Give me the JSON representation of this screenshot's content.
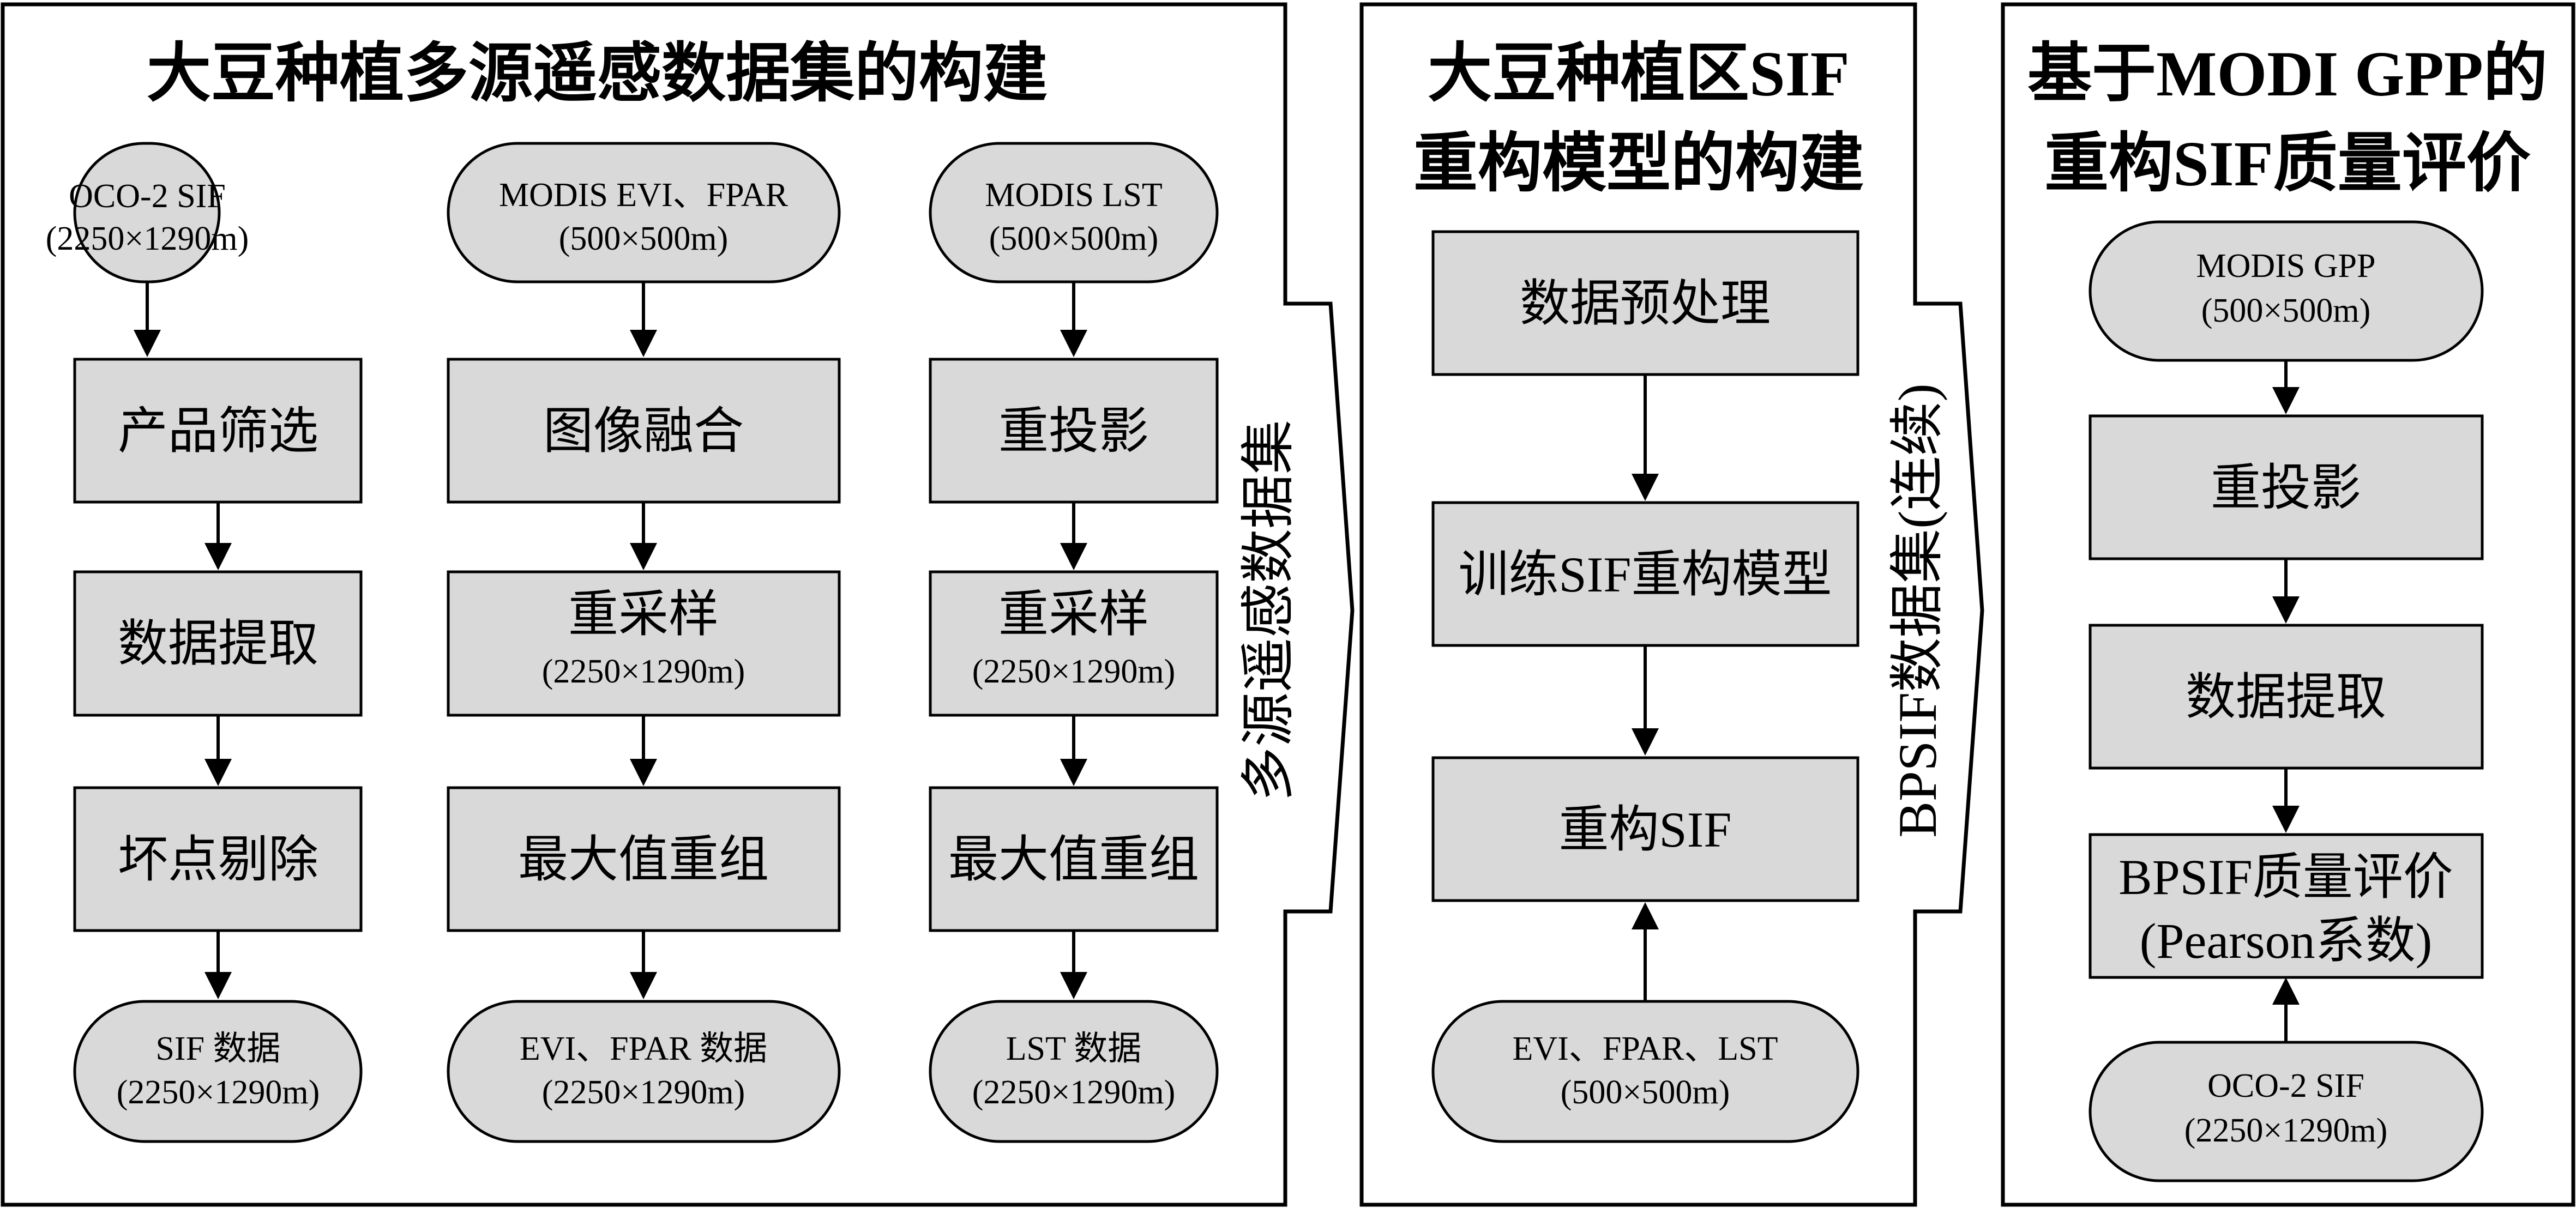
{
  "panel1": {
    "title": "大豆种植多源遥感数据集的构建",
    "col1": {
      "source_name": "OCO-2 SIF",
      "source_res": "(2250×1290m)",
      "steps": [
        "产品筛选",
        "数据提取",
        "坏点剔除"
      ],
      "output_name": "SIF 数据",
      "output_res": "(2250×1290m)"
    },
    "col2": {
      "source_name": "MODIS EVI、FPAR",
      "source_res": "(500×500m)",
      "step1": "图像融合",
      "step2_main": "重采样",
      "step2_sub": "(2250×1290m)",
      "step3": "最大值重组",
      "output_name": "EVI、FPAR 数据",
      "output_res": "(2250×1290m)"
    },
    "col3": {
      "source_name": "MODIS LST",
      "source_res": "(500×500m)",
      "step1": "重投影",
      "step2_main": "重采样",
      "step2_sub": "(2250×1290m)",
      "step3": "最大值重组",
      "output_name": "LST 数据",
      "output_res": "(2250×1290m)"
    },
    "side_label": "多源遥感数据集"
  },
  "panel2": {
    "title_line1": "大豆种植区SIF",
    "title_line2": "重构模型的构建",
    "step1": "数据预处理",
    "step2": "训练SIF重构模型",
    "step3": "重构SIF",
    "input_name": "EVI、FPAR、LST",
    "input_res": "(500×500m)",
    "side_label": "BPSIF数据集(连续)"
  },
  "panel3": {
    "title_line1": "基于MODI GPP的",
    "title_line2": "重构SIF质量评价",
    "source_name": "MODIS GPP",
    "source_res": "(500×500m)",
    "step1": "重投影",
    "step2": "数据提取",
    "eval_line1": "BPSIF质量评价",
    "eval_line2": "(Pearson系数)",
    "ref_name": "OCO-2 SIF",
    "ref_res": "(2250×1290m)"
  }
}
